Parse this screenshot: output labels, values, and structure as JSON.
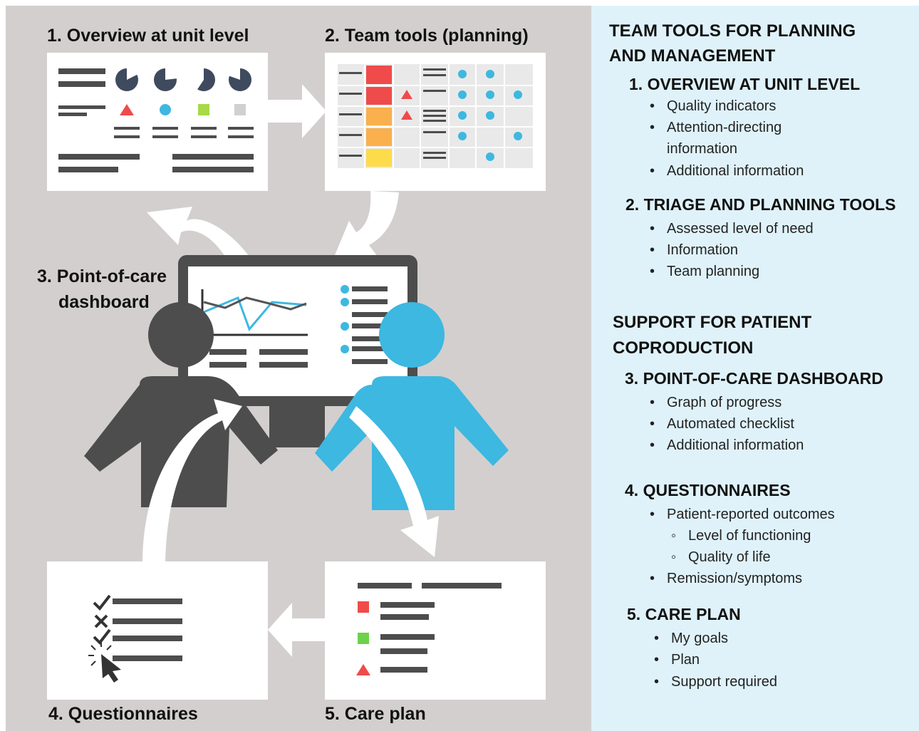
{
  "diagram": {
    "labels": {
      "overview": "1. Overview at unit level",
      "team_tools": "2. Team tools (planning)",
      "point_of_care_line1": "3. Point-of-care",
      "point_of_care_line2": "dashboard",
      "questionnaires": "4. Questionnaires",
      "care_plan": "5. Care plan"
    },
    "colors": {
      "background": "#d3cfcf",
      "panel": "#dff2fa",
      "dark_gray": "#4d4d4d",
      "blue": "#3db8e0",
      "red": "#ef4b4b",
      "orange": "#f9b04d",
      "yellow": "#fddc4b",
      "green": "#8ed14e"
    },
    "icons": [
      "pie-chart-icon",
      "warning-triangle-icon",
      "check-icon",
      "cross-icon",
      "cursor-click-icon",
      "person-icon",
      "monitor-icon"
    ]
  },
  "panel": {
    "heading1_line1": "TEAM TOOLS FOR PLANNING",
    "heading1_line2": "AND MANAGEMENT",
    "s1_title": "1. OVERVIEW AT UNIT LEVEL",
    "s1_items": [
      "Quality indicators",
      "Attention-directing",
      "information",
      "Additional information"
    ],
    "s2_title": "2. TRIAGE AND PLANNING TOOLS",
    "s2_items": [
      "Assessed level of need",
      "Information",
      "Team planning"
    ],
    "heading2_line1": "SUPPORT FOR PATIENT",
    "heading2_line2": "COPRODUCTION",
    "s3_title": "3. POINT-OF-CARE DASHBOARD",
    "s3_items": [
      "Graph of progress",
      "Automated checklist",
      "Additional information"
    ],
    "s4_title": "4. QUESTIONNAIRES",
    "s4_items": [
      "Patient-reported outcomes",
      "Level of functioning",
      "Quality of life",
      "Remission/symptoms"
    ],
    "s5_title": "5. CARE PLAN",
    "s5_items": [
      "My goals",
      "Plan",
      "Support required"
    ]
  }
}
